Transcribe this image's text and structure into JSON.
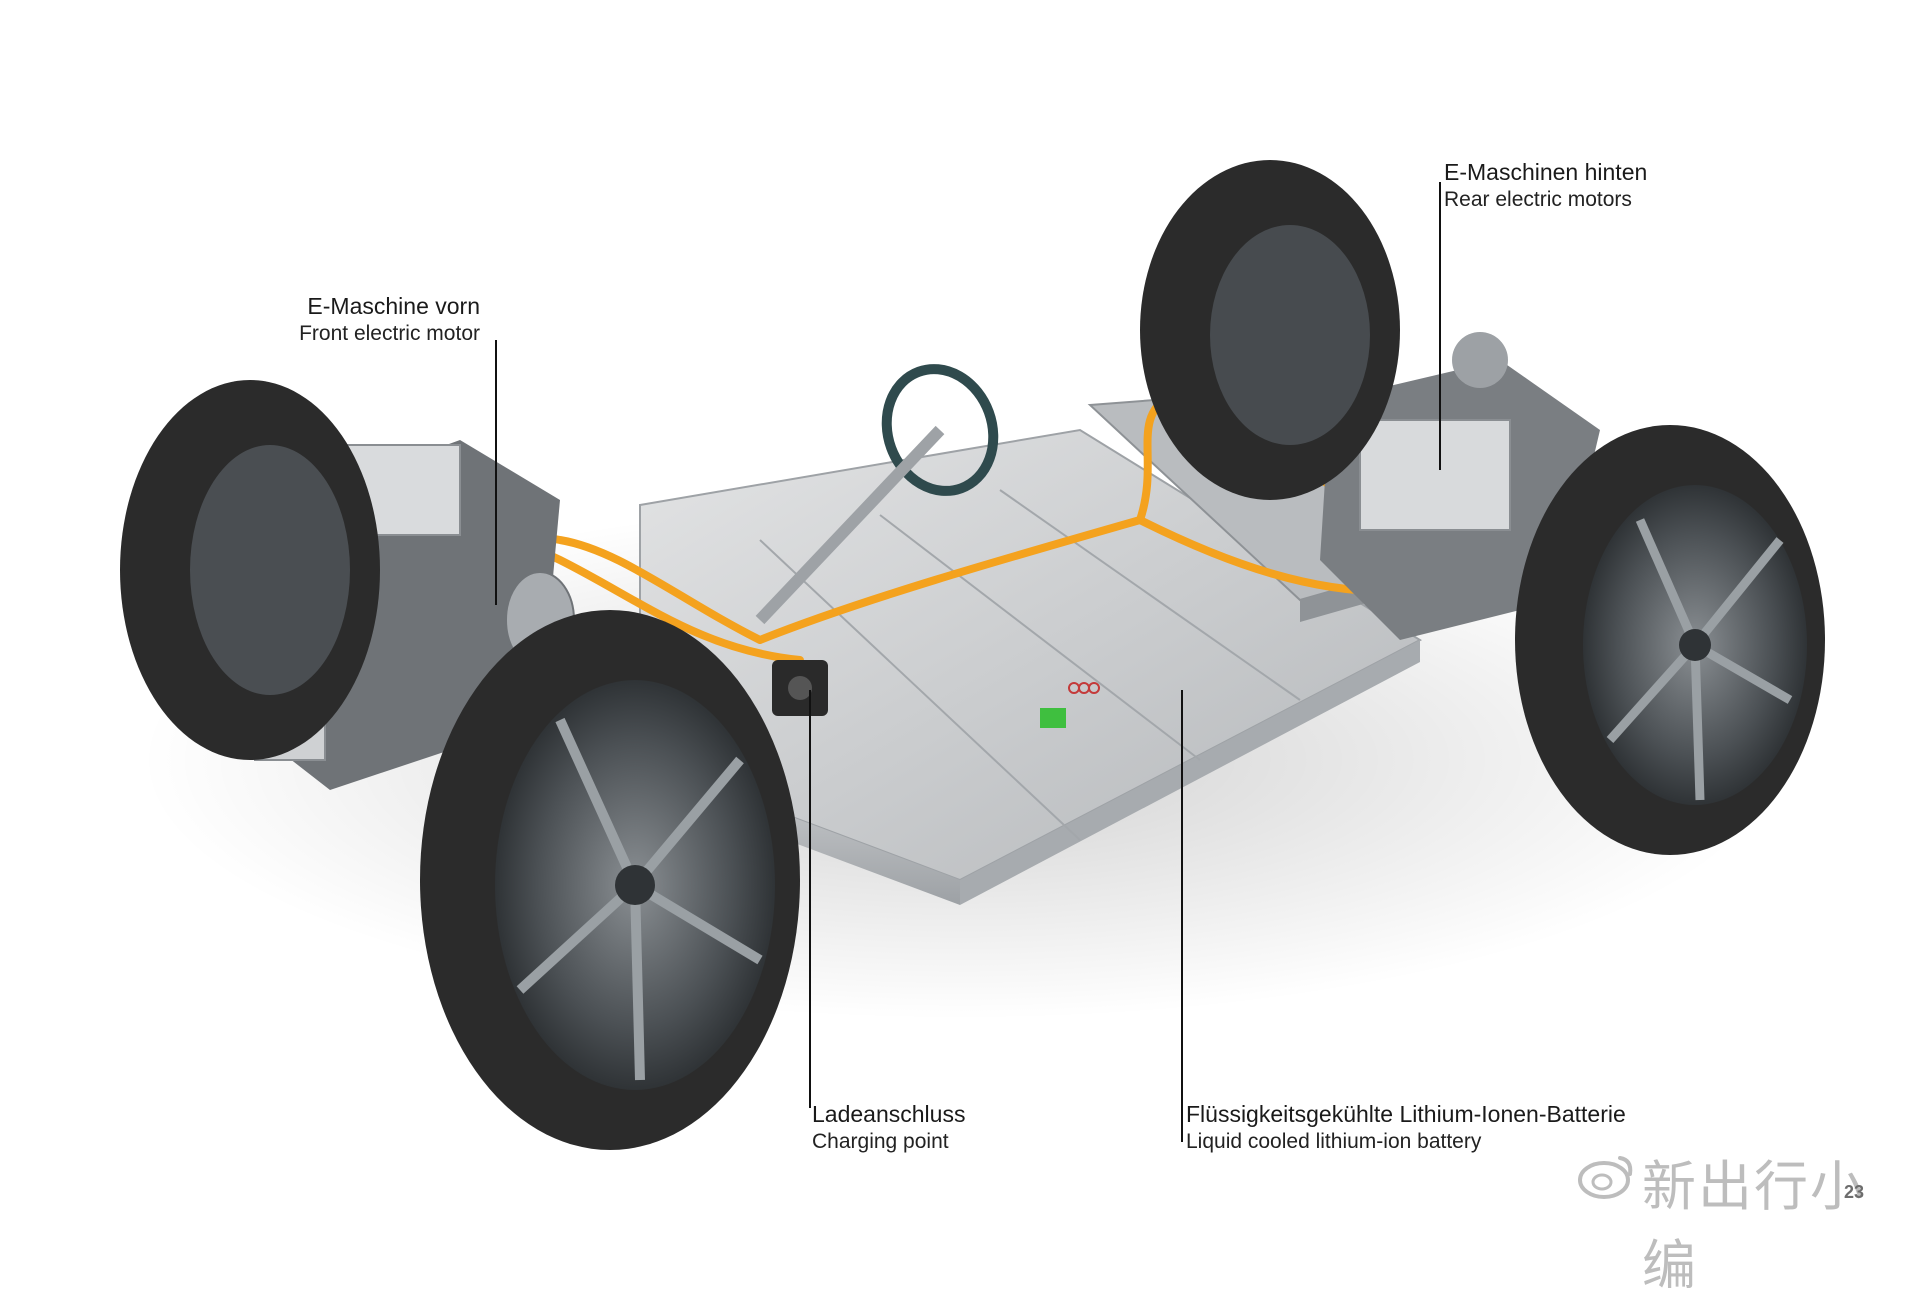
{
  "labels": {
    "front_motor": {
      "de": "E-Maschine vorn",
      "en": "Front electric motor"
    },
    "rear_motors": {
      "de": "E-Maschinen hinten",
      "en": "Rear electric motors"
    },
    "charging_point": {
      "de": "Ladeanschluss",
      "en": "Charging point"
    },
    "battery": {
      "de": "Flüssigkeitsgekühlte Lithium-Ionen-Batterie",
      "en": "Liquid cooled lithium-ion battery"
    }
  },
  "watermark": {
    "text": "新出行小编",
    "badge": "23"
  },
  "colors": {
    "background": "#ffffff",
    "battery": "#c9cbcd",
    "cable": "#f4a21e",
    "tire": "#2b2b2b",
    "rim": "#5a5f63",
    "leader_line": "#111111"
  }
}
